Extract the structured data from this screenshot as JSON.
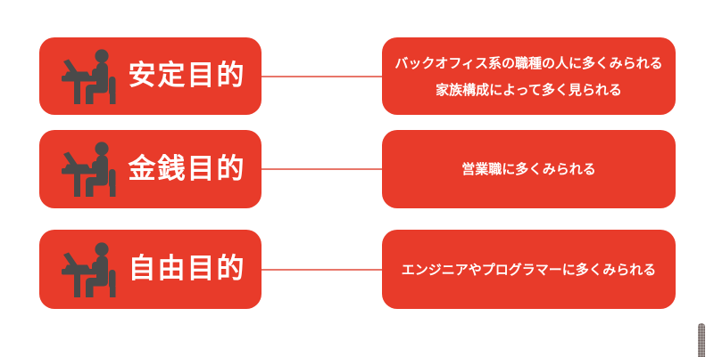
{
  "colors": {
    "box_red": "#e83b2a",
    "connector": "#e8766a",
    "icon_gray": "#4a4a4a",
    "text_white": "#ffffff",
    "page_bg": "#ffffff",
    "watermark_gray": "#a39c99"
  },
  "diagram": {
    "rows": [
      {
        "label": "安定目的",
        "icon": "person-working-at-desk-icon",
        "desc_lines": [
          "バックオフィス系の職種の人に多くみられる",
          "家族構成によって多く見られる"
        ]
      },
      {
        "label": "金銭目的",
        "icon": "person-working-at-desk-icon",
        "desc_lines": [
          "営業職に多くみられる"
        ]
      },
      {
        "label": "自由目的",
        "icon": "person-working-at-desk-icon",
        "desc_lines": [
          "エンジニアやプログラマーに多くみられる"
        ]
      }
    ]
  }
}
